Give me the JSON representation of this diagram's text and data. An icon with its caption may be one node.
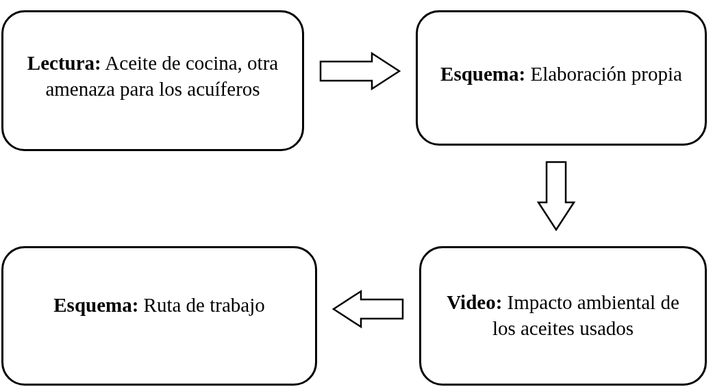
{
  "diagram": {
    "nodes": [
      {
        "text": [
          "**Lectura:** Aceite de cocina, otra amenaza para los acuíferos"
        ]
      },
      {
        "text": [
          "**Esquema:** Elaboración propia"
        ]
      },
      {
        "text": [
          "**Video:** Impacto ambiental de los aceites usados"
        ]
      },
      {
        "text": [
          "**Esquema:** Ruta de trabajo"
        ]
      }
    ],
    "edges": [
      {
        "from": 0,
        "to": 1,
        "arrow": "to"
      },
      {
        "from": 1,
        "to": 2,
        "arrow": "to"
      },
      {
        "from": 2,
        "to": 3,
        "arrow": "to"
      }
    ]
  }
}
